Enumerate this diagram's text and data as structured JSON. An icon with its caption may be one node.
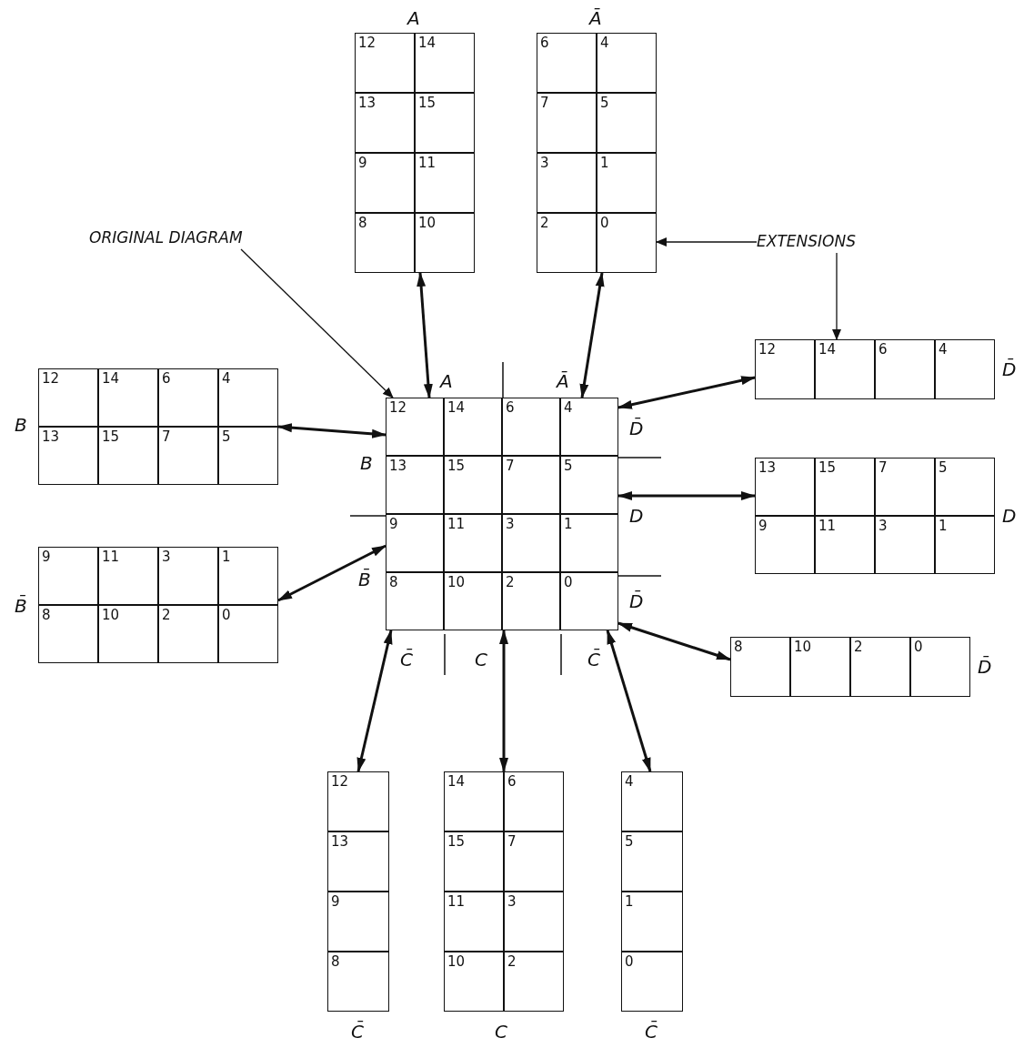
{
  "diagram": {
    "nodes": [
      {
        "text": [
          "12",
          "14",
          "13",
          "15",
          "9",
          "11",
          "8",
          "10"
        ],
        "beside": [
          "A"
        ]
      },
      {
        "text": [
          "6",
          "4",
          "7",
          "5",
          "3",
          "1",
          "2",
          "0"
        ],
        "beside": [
          "Ā"
        ]
      },
      {
        "text": [
          "ORIGINAL DIAGRAM"
        ]
      },
      {
        "text": [
          "EXTENSIONS"
        ]
      },
      {
        "text": [
          "12",
          "14",
          "6",
          "4",
          "13",
          "15",
          "7",
          "5"
        ],
        "beside": [
          "B"
        ]
      },
      {
        "text": [
          "12",
          "14",
          "6",
          "4",
          "13",
          "15",
          "7",
          "5",
          "9",
          "11",
          "3",
          "1",
          "8",
          "10",
          "2",
          "0"
        ],
        "beside": [
          "A",
          "Ā",
          "B",
          "B̄",
          "D̄",
          "D",
          "D̄",
          "C̄",
          "C",
          "C̄"
        ]
      },
      {
        "text": [
          "12",
          "14",
          "6",
          "4"
        ],
        "beside": [
          "D̄"
        ]
      },
      {
        "text": [
          "13",
          "15",
          "7",
          "5",
          "9",
          "11",
          "3",
          "1"
        ],
        "beside": [
          "D"
        ]
      },
      {
        "text": [
          "9",
          "11",
          "3",
          "1",
          "8",
          "10",
          "2",
          "0"
        ],
        "beside": [
          "B̄"
        ]
      },
      {
        "text": [
          "8",
          "10",
          "2",
          "0"
        ],
        "beside": [
          "D̄"
        ]
      },
      {
        "text": [
          "12",
          "13",
          "9",
          "8"
        ],
        "beside": [
          "C̄"
        ]
      },
      {
        "text": [
          "14",
          "6",
          "15",
          "7",
          "11",
          "3",
          "10",
          "2"
        ],
        "beside": [
          "C"
        ]
      },
      {
        "text": [
          "4",
          "5",
          "1",
          "0"
        ],
        "beside": [
          "C̄"
        ]
      }
    ],
    "edges": [
      {
        "from": 2,
        "to": 5,
        "arrow": "to"
      },
      {
        "from": 3,
        "to": 1,
        "arrow": "to"
      },
      {
        "from": 3,
        "to": 6,
        "arrow": "to"
      },
      {
        "from": 0,
        "to": 5,
        "arrow": "both"
      },
      {
        "from": 1,
        "to": 5,
        "arrow": "both"
      },
      {
        "from": 4,
        "to": 5,
        "arrow": "both"
      },
      {
        "from": 6,
        "to": 5,
        "arrow": "both"
      },
      {
        "from": 7,
        "to": 5,
        "arrow": "both"
      },
      {
        "from": 8,
        "to": 5,
        "arrow": "both"
      },
      {
        "from": 9,
        "to": 5,
        "arrow": "both"
      },
      {
        "from": 10,
        "to": 5,
        "arrow": "both"
      },
      {
        "from": 11,
        "to": 5,
        "arrow": "both"
      },
      {
        "from": 12,
        "to": 5,
        "arrow": "both"
      }
    ]
  }
}
